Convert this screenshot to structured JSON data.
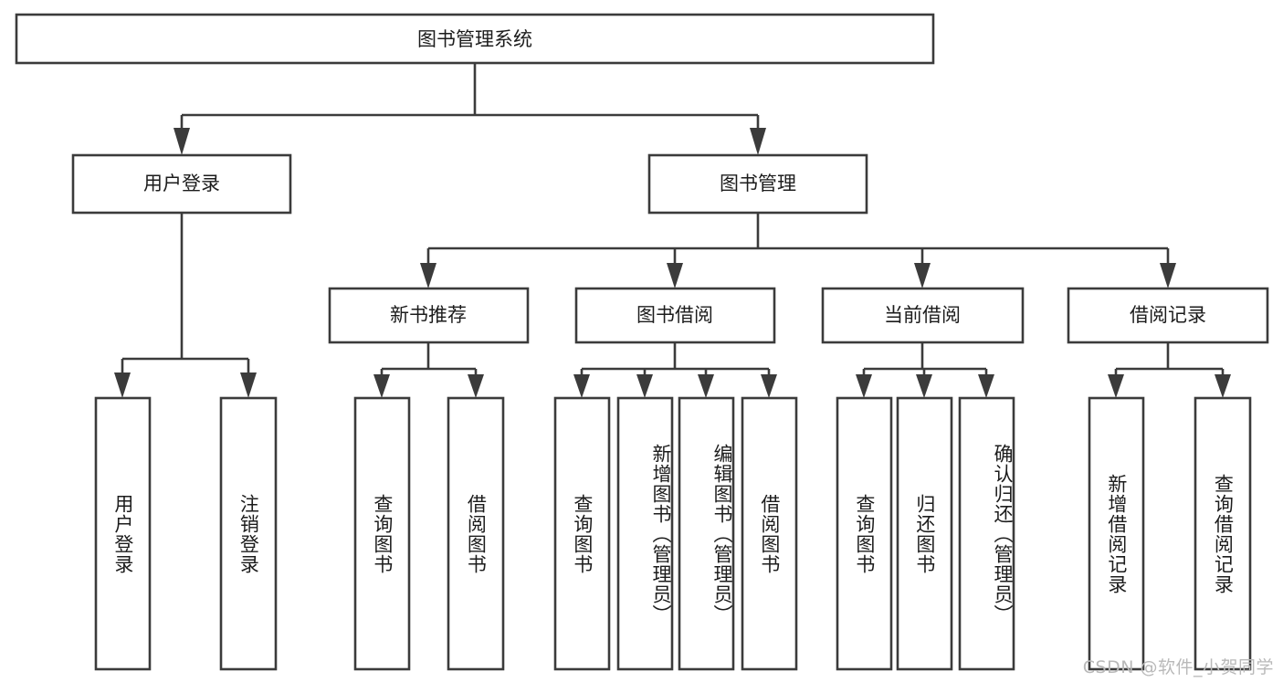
{
  "diagram": {
    "type": "tree",
    "title": "图书管理系统",
    "root": {
      "id": "root",
      "label": "图书管理系统",
      "orientation": "horizontal"
    },
    "level2": [
      {
        "id": "user-login",
        "label": "用户登录",
        "orientation": "horizontal"
      },
      {
        "id": "book-manage",
        "label": "图书管理",
        "orientation": "horizontal"
      }
    ],
    "level3": [
      {
        "id": "new-book-recommend",
        "label": "新书推荐",
        "orientation": "horizontal",
        "parent": "book-manage"
      },
      {
        "id": "book-borrow",
        "label": "图书借阅",
        "orientation": "horizontal",
        "parent": "book-manage"
      },
      {
        "id": "current-borrow",
        "label": "当前借阅",
        "orientation": "horizontal",
        "parent": "book-manage"
      },
      {
        "id": "borrow-record",
        "label": "借阅记录",
        "orientation": "horizontal",
        "parent": "book-manage"
      }
    ],
    "leaves": [
      {
        "id": "leaf-user-login",
        "label": "用户登录",
        "orientation": "vertical",
        "parent": "user-login"
      },
      {
        "id": "leaf-logout-login",
        "label": "注销登录",
        "orientation": "vertical",
        "parent": "user-login"
      },
      {
        "id": "leaf-query-book-1",
        "label": "查询图书",
        "orientation": "vertical",
        "parent": "new-book-recommend"
      },
      {
        "id": "leaf-borrow-book-1",
        "label": "借阅图书",
        "orientation": "vertical",
        "parent": "new-book-recommend"
      },
      {
        "id": "leaf-query-book-2",
        "label": "查询图书",
        "orientation": "vertical",
        "parent": "book-borrow"
      },
      {
        "id": "leaf-add-book",
        "label": "新增图书（管理员）",
        "orientation": "vertical",
        "parent": "book-borrow"
      },
      {
        "id": "leaf-edit-book",
        "label": "编辑图书（管理员）",
        "orientation": "vertical",
        "parent": "book-borrow"
      },
      {
        "id": "leaf-borrow-book-2",
        "label": "借阅图书",
        "orientation": "vertical",
        "parent": "book-borrow"
      },
      {
        "id": "leaf-query-book-3",
        "label": "查询图书",
        "orientation": "vertical",
        "parent": "current-borrow"
      },
      {
        "id": "leaf-return-book",
        "label": "归还图书",
        "orientation": "vertical",
        "parent": "current-borrow"
      },
      {
        "id": "leaf-confirm-return",
        "label": "确认归还（管理员）",
        "orientation": "vertical",
        "parent": "current-borrow"
      },
      {
        "id": "leaf-add-record",
        "label": "新增借阅记录",
        "orientation": "vertical",
        "parent": "borrow-record"
      },
      {
        "id": "leaf-query-record",
        "label": "查询借阅记录",
        "orientation": "vertical",
        "parent": "borrow-record"
      }
    ],
    "colors": {
      "stroke": "#3b3b3b",
      "fill": "#ffffff",
      "text": "#1c1c1c",
      "watermark": "#b9b9b9",
      "background": "#ffffff"
    }
  },
  "watermark": {
    "text": "CSDN @软件_小贺同学"
  }
}
